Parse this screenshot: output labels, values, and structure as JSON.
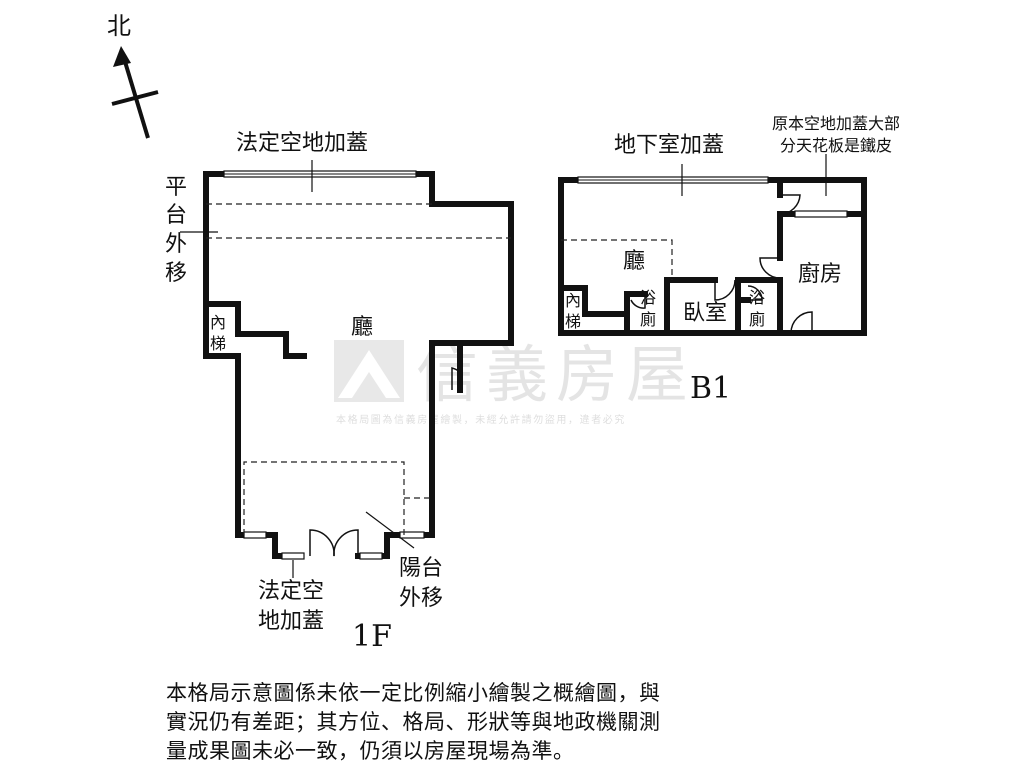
{
  "compass": {
    "north": "北"
  },
  "floor1": {
    "title": "1F",
    "top_extension": "法定空地加蓋",
    "platform_shift": [
      "平",
      "台",
      "外",
      "移"
    ],
    "hall": "廳",
    "stairs": [
      "內",
      "梯"
    ],
    "front_extension": [
      "法定空",
      "地加蓋"
    ],
    "balcony_shift": [
      "陽台",
      "外移"
    ]
  },
  "floorB1": {
    "title": "B1",
    "basement_extension": "地下室加蓋",
    "note": [
      "原本空地加蓋大部",
      "分天花板是鐵皮"
    ],
    "hall": "廳",
    "kitchen": "廚房",
    "stairs": [
      "內",
      "梯"
    ],
    "bath_left": [
      "浴",
      "廁"
    ],
    "bedroom": "臥室",
    "bath_right": [
      "浴",
      "廁"
    ]
  },
  "watermark": {
    "brand": "信義房屋",
    "notice": "本格局圖為信義房屋繪製，未經允許請勿盜用，違者必究"
  },
  "disclaimer": [
    "本格局示意圖係未依一定比例縮小繪製之概繪圖，與",
    "實況仍有差距；其方位、格局、形狀等與地政機關測",
    "量成果圖未必一致，仍須以房屋現場為準。"
  ]
}
